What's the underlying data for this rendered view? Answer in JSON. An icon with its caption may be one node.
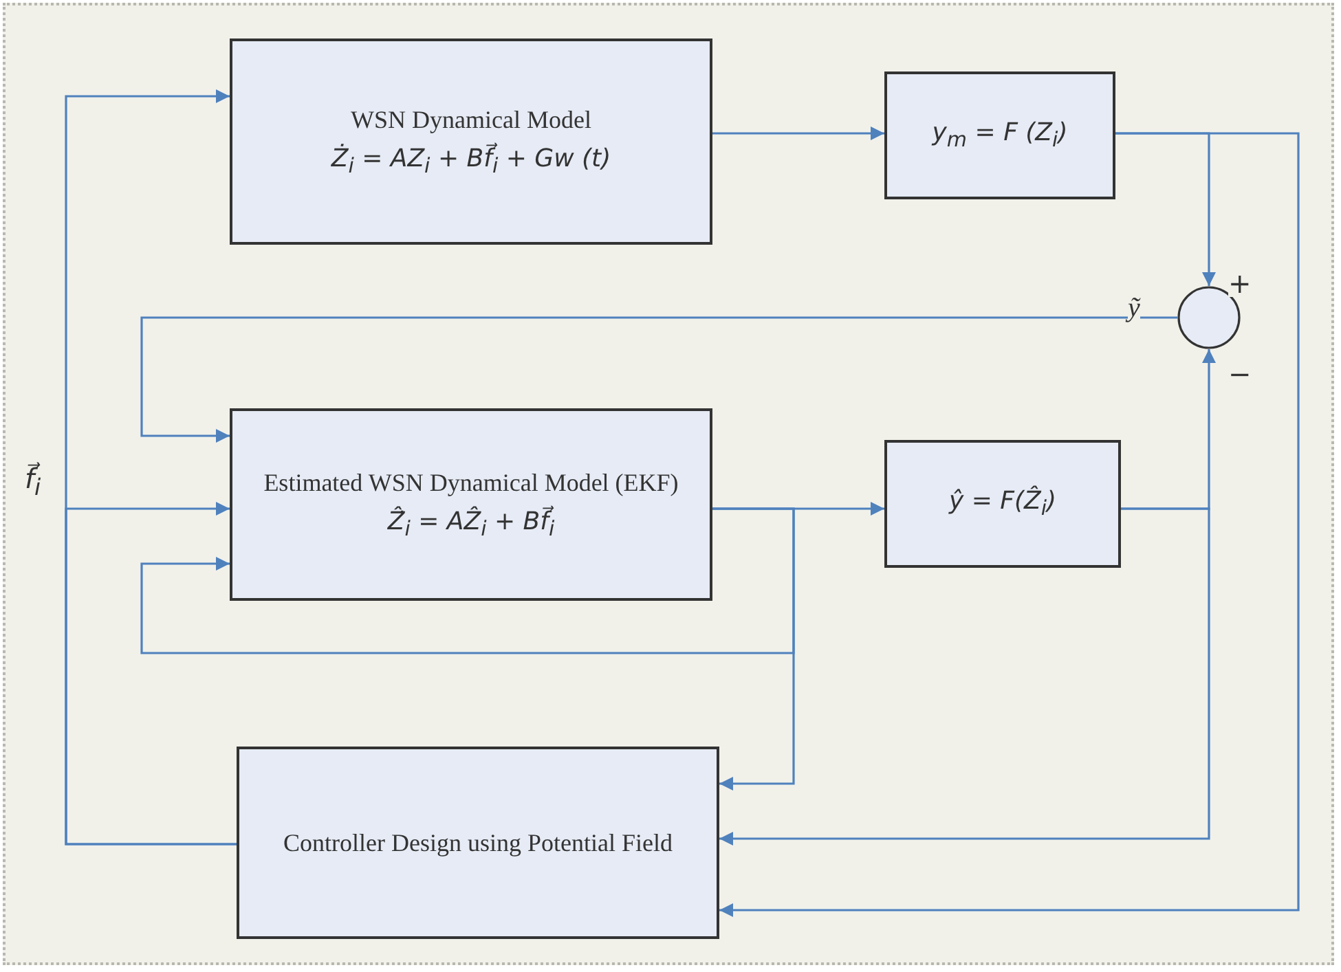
{
  "diagram": {
    "nodes": [
      {
        "text": [
          "WSN Dynamical Model",
          "Ż$_{i}$ = AZ$_{i}$ + Bf⃗$_{i}$ + Gw (t)"
        ]
      },
      {
        "text": [
          "y$_{m}$ = F (Z$_{i}$)"
        ]
      },
      {
        "text": [],
        "shape": "circle"
      },
      {
        "text": [
          "Estimated WSN Dynamical Model (EKF)",
          "Ẑ̇$_{i}$ = AẐ$_{i}$ + Bf⃗$_{i}$"
        ]
      },
      {
        "text": [
          "ŷ = F(Ẑ$_{i}$)"
        ]
      },
      {
        "text": [
          "Controller Design using Potential Field"
        ]
      }
    ],
    "edges": [
      {
        "from": 0,
        "to": 1,
        "arrow": "to"
      },
      {
        "from": 1,
        "to": 2,
        "arrow": "to"
      },
      {
        "from": 1,
        "to": 5,
        "arrow": "to"
      },
      {
        "from": 2,
        "to": 3,
        "arrow": "to",
        "label": "ỹ"
      },
      {
        "from": 5,
        "to": 0,
        "arrow": "to"
      },
      {
        "from": 5,
        "to": 3,
        "arrow": "to"
      },
      {
        "from": 3,
        "to": 4,
        "arrow": "to"
      },
      {
        "from": 3,
        "to": 3,
        "arrow": "to"
      },
      {
        "from": 3,
        "to": 5,
        "arrow": "to"
      },
      {
        "from": 4,
        "to": 2,
        "arrow": "to"
      },
      {
        "from": 4,
        "to": 5,
        "arrow": "to"
      }
    ],
    "labels": [
      "+",
      "−",
      "f⃗$_{i}$"
    ]
  }
}
